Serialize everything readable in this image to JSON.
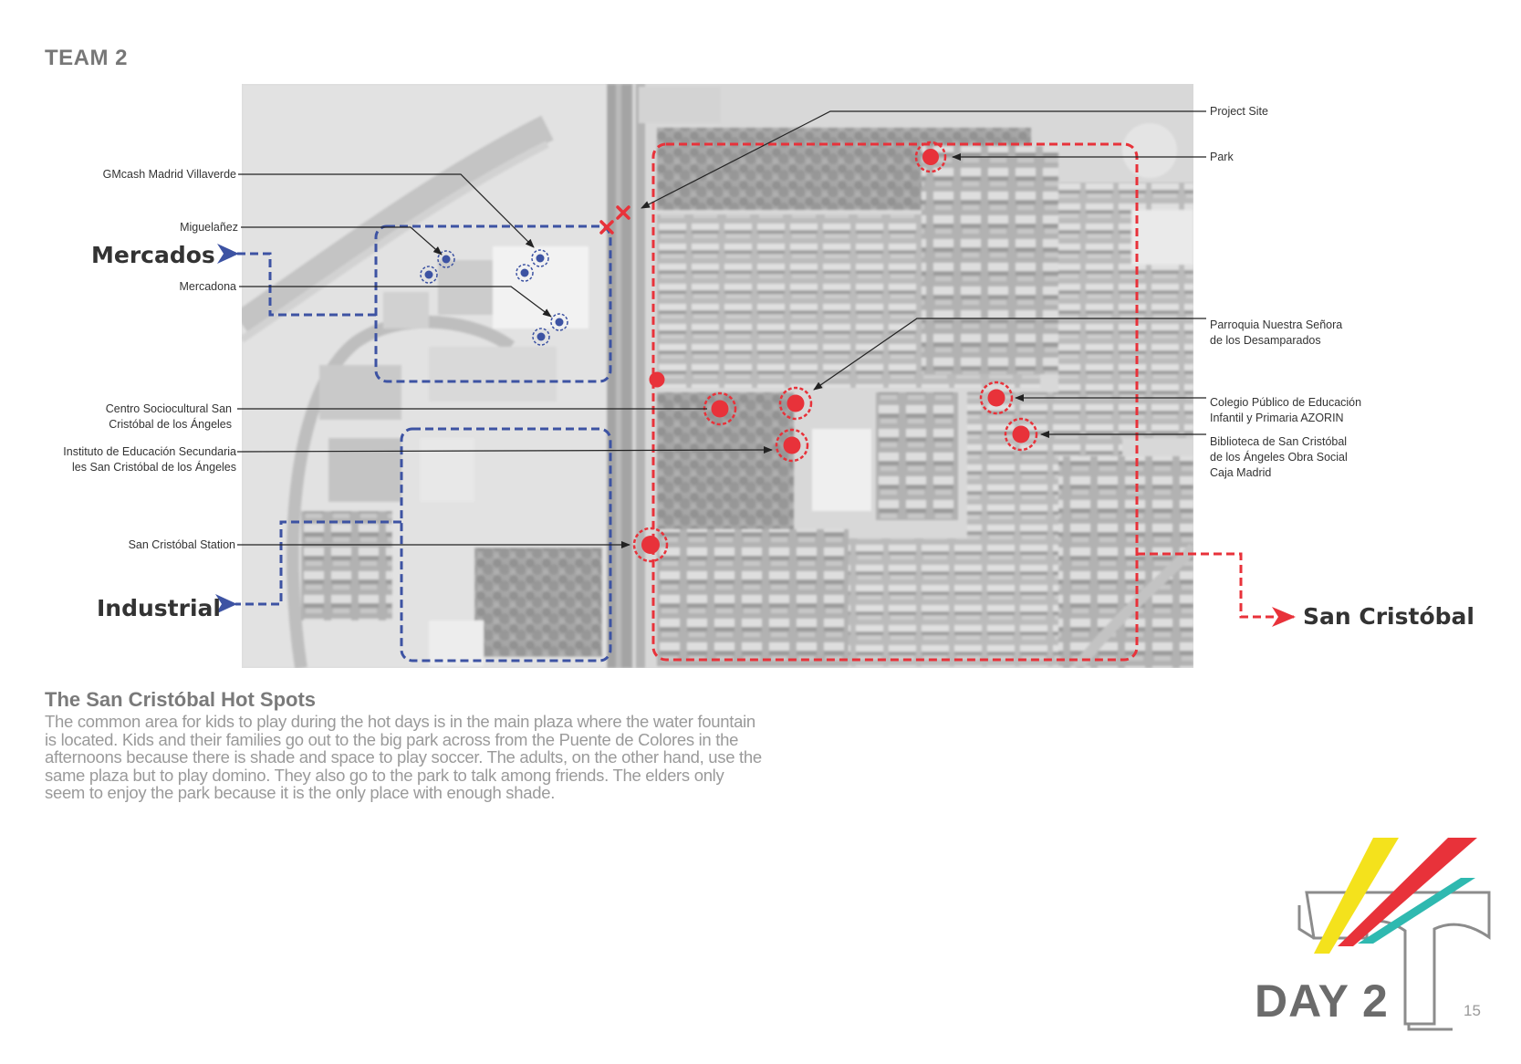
{
  "page": {
    "team": "TEAM 2",
    "day": "DAY 2",
    "page_number": "15"
  },
  "colors": {
    "blue": "#3d53a3",
    "red": "#e8323a",
    "yellow": "#f4e21c",
    "teal": "#2fb9b0"
  },
  "map": {
    "zones": {
      "mercados": "Mercados",
      "industrial": "Industrial",
      "san_cristobal": "San Cristóbal"
    },
    "left_labels": {
      "gmcash": "GMcash Madrid Villaverde",
      "miguelanez": "Miguelañez",
      "mercadona": "Mercadona",
      "centro_l1": "Centro Sociocultural San",
      "centro_l2": "Cristóbal de los Ángeles",
      "instituto_l1": "Instituto de Educación Secundaria",
      "instituto_l2": "les San Cristóbal de los Ángeles",
      "station": "San Cristóbal Station"
    },
    "right_labels": {
      "project_site": "Project Site",
      "park": "Park",
      "parroquia_l1": "Parroquia Nuestra Señora",
      "parroquia_l2": "de los Desamparados",
      "colegio_l1": "Colegio Público de Educación",
      "colegio_l2": "Infantil y Primaria AZORIN",
      "biblioteca_l1": "Biblioteca de San Cristóbal",
      "biblioteca_l2": "de los Ángeles Obra Social",
      "biblioteca_l3": "Caja Madrid"
    }
  },
  "section": {
    "title": "The San Cristóbal Hot Spots",
    "body": "The common area for kids to play during the hot days is in the main plaza where the water fountain is located. Kids and their families go out to the big park across from the Puente de Colores in the afternoons because there is shade and space to play soccer. The adults, on the other hand, use the same plaza but to play domino. They also go to the park to talk among friends. The elders only seem to enjoy the park because it is the only place with enough shade."
  }
}
